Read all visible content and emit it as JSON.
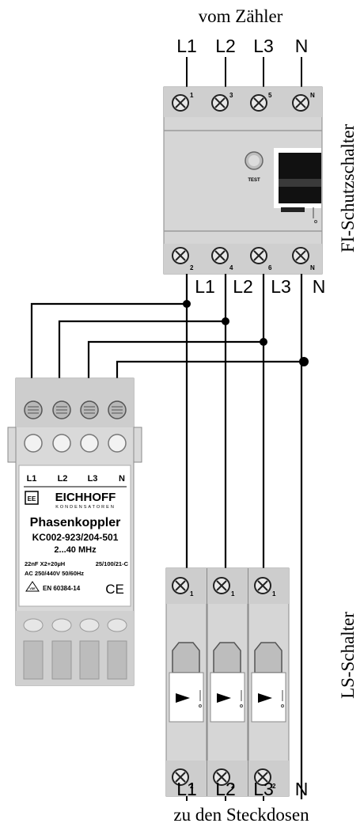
{
  "header": {
    "title": "vom Zähler"
  },
  "footer": {
    "title": "zu den Steckdosen"
  },
  "phase_labels": {
    "l1": "L1",
    "l2": "L2",
    "l3": "L3",
    "n": "N"
  },
  "rcd": {
    "side_label": "FI-Schutzschalter",
    "test_label": "TEST",
    "top_terminals": [
      "1",
      "3",
      "5",
      "N"
    ],
    "bottom_terminals": [
      "2",
      "4",
      "6",
      "N"
    ]
  },
  "mcb": {
    "side_label": "LS-Schalter",
    "top_terminal": "1",
    "bottom_terminal": "2"
  },
  "coupler": {
    "terminal_labels": [
      "L1",
      "L2",
      "L3",
      "N"
    ],
    "brand": "EICHHOFF",
    "brand_sub": "KONDENSATOREN",
    "brand_mark": "EE",
    "title": "Phasenkoppler",
    "model": "KC002-923/204-501",
    "freq": "2...40 MHz",
    "spec1_left": "22nF X2+20µH",
    "spec1_right": "25/100/21-C",
    "spec2": "AC 250/440V 50/60Hz",
    "vde_mark": "VDE",
    "norm": "EN 60384-14",
    "ce_mark": "CE"
  },
  "colors": {
    "wire": "#000000",
    "device": "#d6d6d6",
    "device_dark": "#c4c4c4",
    "label_panel": "#ffffff"
  }
}
